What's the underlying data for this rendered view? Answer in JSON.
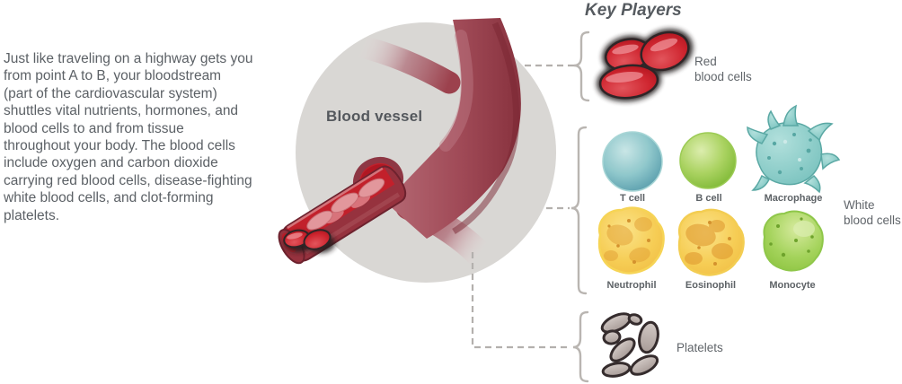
{
  "intro_text": "Just like traveling on a highway gets you\nfrom point A to B, your bloodstream\n(part of the cardiovascular system)\nshuttles vital nutrients, hormones, and\nblood cells to and from tissue\nthroughout your body. The blood cells\ninclude oxygen and carbon dioxide\ncarrying red blood cells, disease-fighting\nwhite blood cells, and clot-forming\nplatelets.",
  "vessel": {
    "label": "Blood vessel"
  },
  "key_players": {
    "title": "Key Players",
    "red": {
      "label": "Red\nblood cells"
    },
    "white": {
      "label": "White\nblood cells",
      "cells": [
        "T cell",
        "B cell",
        "Macrophage",
        "Neutrophil",
        "Eosinophil",
        "Monocyte"
      ]
    },
    "platelets": {
      "label": "Platelets"
    }
  },
  "colors": {
    "text_gray": "#5c6166",
    "backdrop_circle": "#d9d7d4",
    "vessel_dark": "#8c3642",
    "vessel_mid": "#a04a57",
    "vessel_light": "#b26570",
    "blood_interior": "#c2202b",
    "red_cell": "#cf2630",
    "t_cell": "#549aa9",
    "b_cell": "#7cb733",
    "macrophage": "#8dcdc9",
    "neutrophil": "#f6cd55",
    "eosinophil": "#f0b840",
    "monocyte": "#8cc63e",
    "platelet": "#b3a7a2",
    "connector": "#b3b0ad",
    "brace": "#b9b5b1"
  }
}
